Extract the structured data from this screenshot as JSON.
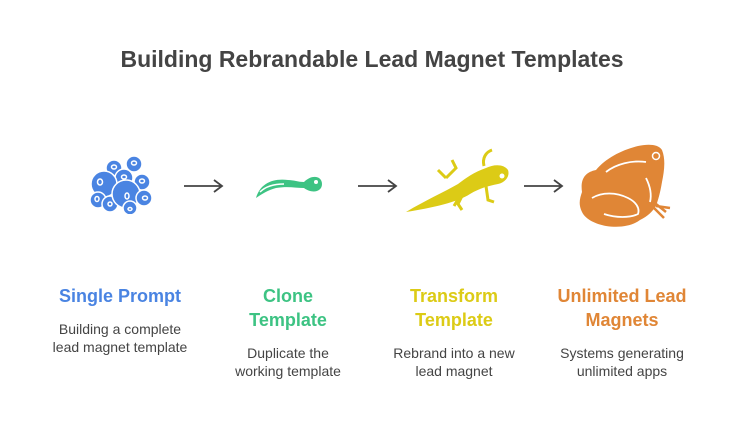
{
  "title": "Building Rebrandable Lead Magnet Templates",
  "colors": {
    "blue": "#4A84E2",
    "green": "#3DC383",
    "yellow": "#DCCB16",
    "orange": "#E08636",
    "arrow": "#444444",
    "text": "#444444"
  },
  "steps": [
    {
      "icon": "frog-eggs-icon",
      "heading": "Single Prompt",
      "description": "Building a complete lead magnet template"
    },
    {
      "icon": "tadpole-icon",
      "heading": "Clone Template",
      "description": "Duplicate the working template"
    },
    {
      "icon": "froglet-icon",
      "heading": "Transform Template",
      "description": "Rebrand into a new lead magnet"
    },
    {
      "icon": "frog-icon",
      "heading": "Unlimited Lead Magnets",
      "description": "Systems generating unlimited apps"
    }
  ]
}
